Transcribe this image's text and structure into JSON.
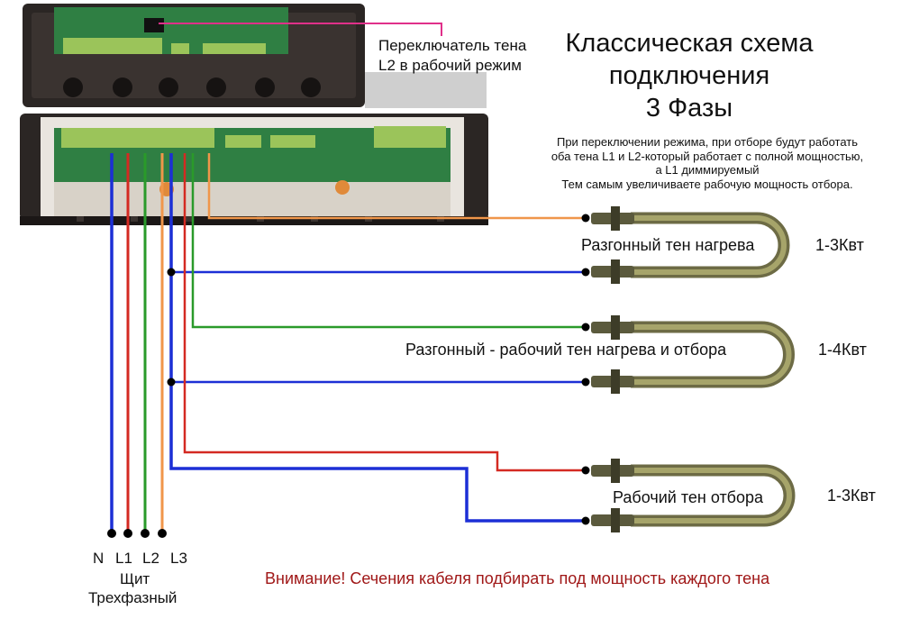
{
  "title": {
    "line1": "Классическая схема",
    "line2": "подключения",
    "line3": "3 Фазы"
  },
  "switch_label": {
    "line1": "Переключатель тена",
    "line2": "L2 в рабочий режим"
  },
  "note": {
    "line1": "При переключении режима, при отборе будут работать",
    "line2": "оба тена L1 и L2-который работает с полной мощностью,",
    "line3": "а L1 диммируемый",
    "line4": "Тем самым увеличиваете рабочую мощность отбора."
  },
  "heaters": [
    {
      "label": "Разгонный тен нагрева",
      "power": "1-3Квт"
    },
    {
      "label": "Разгонный - рабочий тен нагрева и отбора",
      "power": "1-4Квт"
    },
    {
      "label": "Рабочий тен отбора",
      "power": "1-3Квт"
    }
  ],
  "terminals": [
    "N",
    "L1",
    "L2",
    "L3"
  ],
  "panel": {
    "title": "Щит",
    "subtitle": "Трехфазный"
  },
  "warning": "Внимание! Сечения кабеля подбирать под мощность каждого тена",
  "colors": {
    "neutral": "#1c2fd6",
    "L1": "#d42a22",
    "L2": "#2a9a2a",
    "L3": "#f0964a",
    "pink_pointer": "#e0308a",
    "warning": "#a01818",
    "device_body": "#2b2624",
    "pcb": "#2f7f43",
    "connector": "#9bc45a",
    "heater_metal": "#8a8a55"
  },
  "icons": {
    "controller": "controller-box-photo",
    "heater": "tubular-heater-element"
  }
}
